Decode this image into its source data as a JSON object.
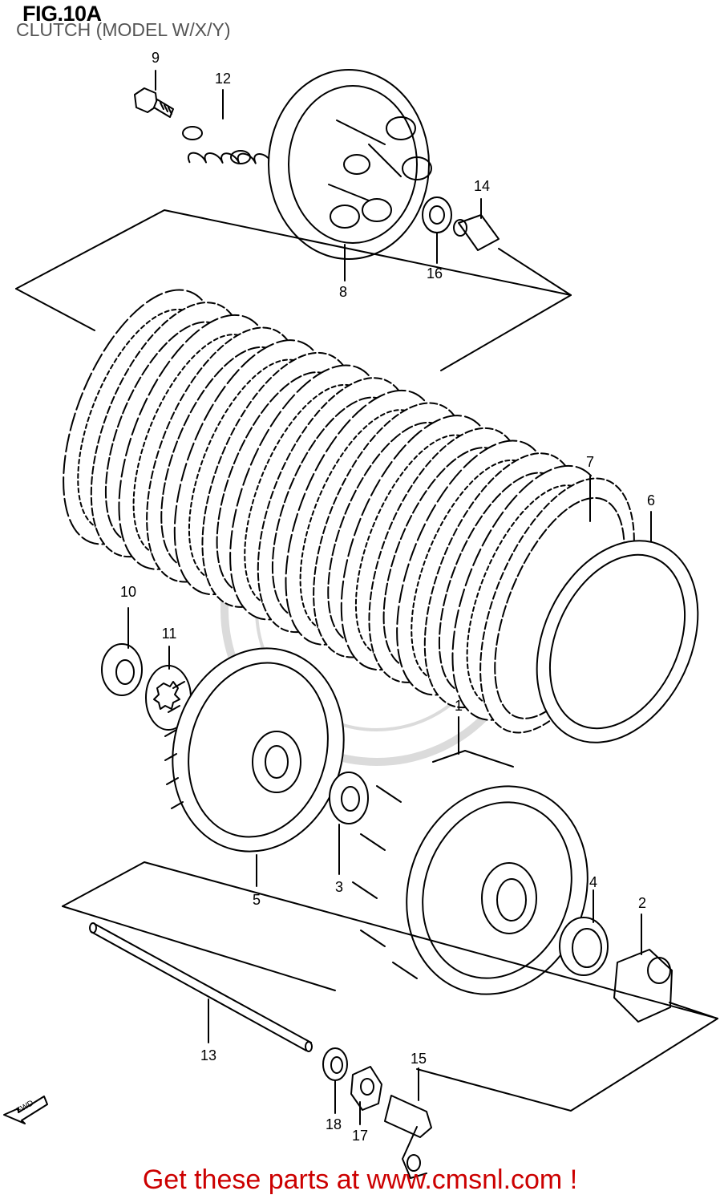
{
  "title": "FIG.10A",
  "subtitle": "CLUTCH (MODEL W/X/Y)",
  "arrow_label": "FWD",
  "footer": "Get these parts at www.cmsnl.com !",
  "callouts": [
    {
      "id": "1",
      "label": "1"
    },
    {
      "id": "2",
      "label": "2"
    },
    {
      "id": "3",
      "label": "3"
    },
    {
      "id": "4",
      "label": "4"
    },
    {
      "id": "5",
      "label": "5"
    },
    {
      "id": "6",
      "label": "6"
    },
    {
      "id": "7",
      "label": "7"
    },
    {
      "id": "8",
      "label": "8"
    },
    {
      "id": "9",
      "label": "9"
    },
    {
      "id": "10",
      "label": "10"
    },
    {
      "id": "11",
      "label": "11"
    },
    {
      "id": "12",
      "label": "12"
    },
    {
      "id": "13",
      "label": "13"
    },
    {
      "id": "14",
      "label": "14"
    },
    {
      "id": "15",
      "label": "15"
    },
    {
      "id": "16",
      "label": "16"
    },
    {
      "id": "17",
      "label": "17"
    },
    {
      "id": "18",
      "label": "18"
    }
  ]
}
